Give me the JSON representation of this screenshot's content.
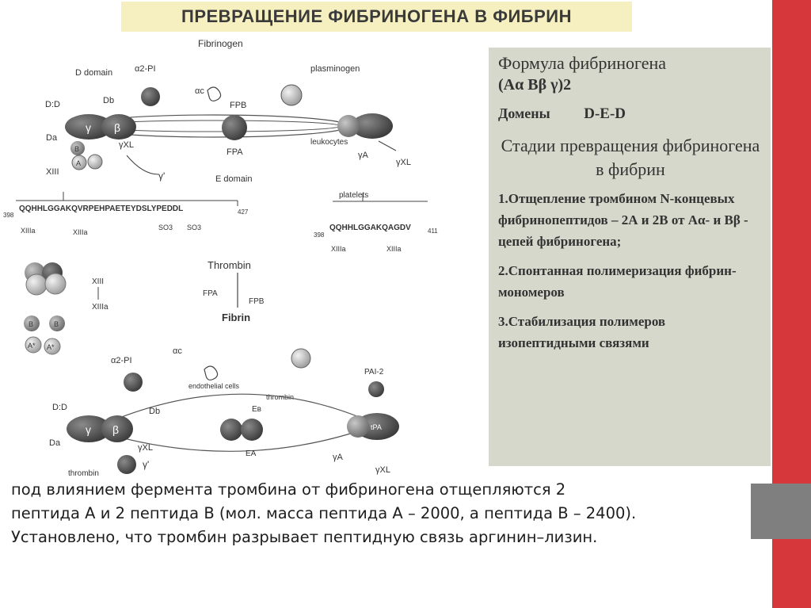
{
  "slide": {
    "title": "ПРЕВРАЩЕНИЕ ФИБРИНОГЕНА В ФИБРИН"
  },
  "colors": {
    "accent_red": "#d6373a",
    "accent_gray": "#7f7f7f",
    "title_background": "#f6efbf",
    "panel_background": "#d7d8cc"
  },
  "diagram": {
    "top": {
      "fibrinogen": "Fibrinogen",
      "d_domain": "D domain",
      "alpha2pi": "α2-PI",
      "alpha_c": "αc",
      "plasminogen": "plasminogen",
      "dd": "D:D",
      "db": "Db",
      "fpb": "FPB",
      "da": "Da",
      "gamma": "γ",
      "beta": "β",
      "gamma_xl": "γXL",
      "fpa": "FPA",
      "leukocytes": "leukocytes",
      "gamma_a": "γA",
      "b": "B",
      "a": "A",
      "xiii": "XIII",
      "gamma_prime": "γ'",
      "e_domain": "E domain",
      "platelets": "platelets",
      "seq1_start": "398",
      "seq1": "QQHHLGGAKQVRPEHPAETEYDSLYPEDDL",
      "seq1_end": "427",
      "xiiia_1": "XIIIa",
      "xiiia_2": "XIIIa",
      "so3_1": "SO3",
      "so3_2": "SO3",
      "seq2_start": "398",
      "seq2": "QQHHLGGAKQAGDV",
      "seq2_end": "411",
      "xiiia_3": "XIIIa",
      "xiiia_4": "XIIIa"
    },
    "middle": {
      "thrombin": "Thrombin",
      "fpa": "FPA",
      "fpb": "FPB",
      "fibrin": "Fibrin",
      "xiii": "XIII",
      "xiiia": "XIIIa",
      "b1": "B",
      "b2": "B",
      "a1": "A*",
      "a2": "A*"
    },
    "bottom": {
      "alpha2pi": "α2-PI",
      "alpha_c": "αc",
      "endothelial_cells": "endothelial cells",
      "thrombin_label": "thrombin",
      "pai2": "PAI-2",
      "dd": "D:D",
      "gamma": "γ",
      "beta": "β",
      "db": "Db",
      "eb": "Eв",
      "ea": "EA",
      "tpa": "tPA",
      "da": "Da",
      "gamma_xl": "γXL",
      "gamma_prime": "γ'",
      "thrombin": "thrombin",
      "gamma_a": "γA",
      "gamma_xl2": "γXL"
    }
  },
  "info_panel": {
    "formula_title": "Формула фибриногена",
    "formula_value": "(Aα Bβ γ)2",
    "domains_label": "Домены",
    "domains_value": "D-E-D",
    "stages_title": "Стадии превращения фибриногена в фибрин",
    "stages": [
      "1.Отщепление тромбином N-концевых фибринопептидов – 2А и 2В от Aα- и Bβ - цепей фибриногена;",
      "2.Спонтанная полимеризация фибрин-мономеров",
      "3.Стабилизация полимеров изопептидными связями"
    ]
  },
  "caption": {
    "line1": "под влиянием фермента тромбина от фибриногена отщепляются 2",
    "line2": "пептида А и 2 пептида В (мол. масса пептида А – 2000, а пептида В – 2400).",
    "line3": "Установлено, что тромбин разрывает пептидную связь аргинин–лизин."
  }
}
